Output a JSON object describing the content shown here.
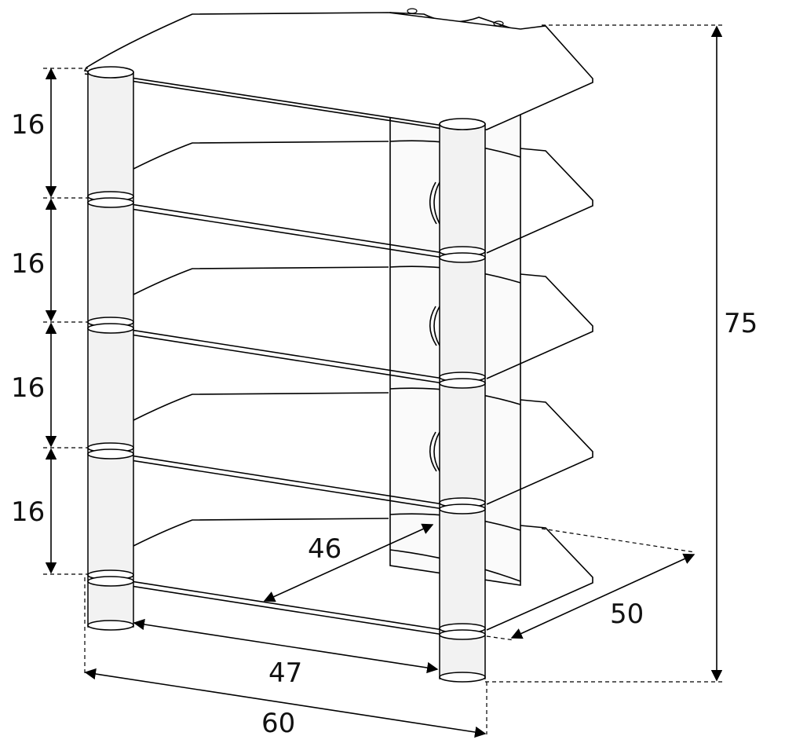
{
  "dimensions": {
    "shelf_spacing": [
      "16",
      "16",
      "16",
      "16"
    ],
    "total_height": "75",
    "depth": "50",
    "diagonal_depth": "46",
    "inner_width": "47",
    "outer_width": "60"
  },
  "colors": {
    "line": "#000000",
    "glass": "#ffffff",
    "post": "#f2f2f2"
  }
}
